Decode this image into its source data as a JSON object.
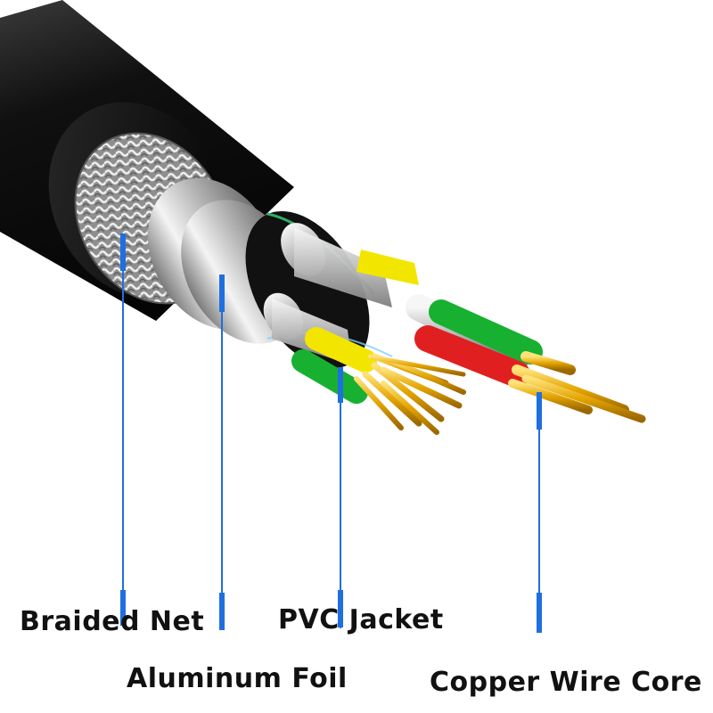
{
  "labels": {
    "braided_net": "Braided Net",
    "pvc_jacket": "PVC Jacket",
    "aluminum_foil": "Aluminum Foil",
    "copper_wire_core": "Copper Wire Core"
  },
  "colors": {
    "leader_line": "#1f6fe0",
    "jacket": "#0d0d0d",
    "braid": "#b9b9b9",
    "foil": "#d8d8d8",
    "copper": "#e0a400",
    "wire_red": "#e02020",
    "wire_green": "#18b030",
    "wire_yellow": "#f2e600"
  }
}
